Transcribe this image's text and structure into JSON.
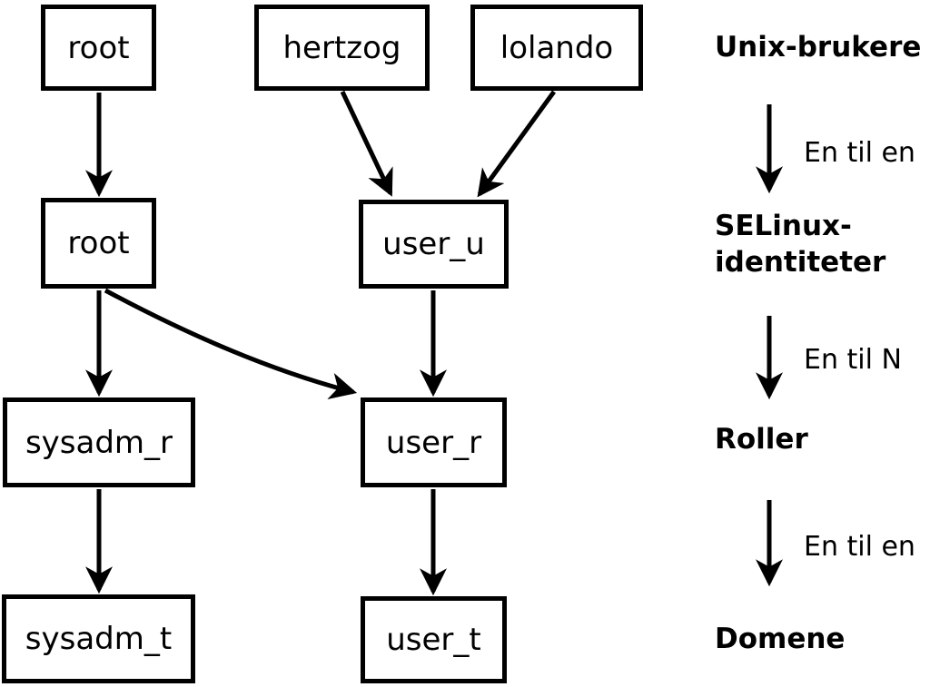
{
  "diagram": {
    "title_implicit": "",
    "boxes": [
      {
        "id": "unix-root",
        "label": "root"
      },
      {
        "id": "unix-hertzog",
        "label": "hertzog"
      },
      {
        "id": "unix-lolando",
        "label": "lolando"
      },
      {
        "id": "selinux-root",
        "label": "root"
      },
      {
        "id": "selinux-user-u",
        "label": "user_u"
      },
      {
        "id": "role-sysadm-r",
        "label": "sysadm_r"
      },
      {
        "id": "role-user-r",
        "label": "user_r"
      },
      {
        "id": "domain-sysadm-t",
        "label": "sysadm_t"
      },
      {
        "id": "domain-user-t",
        "label": "user_t"
      }
    ],
    "legend": {
      "level1": "Unix-brukere",
      "arrow1_label": "En til en",
      "level2_line1": "SELinux-",
      "level2_line2": "identiteter",
      "arrow2_label": "En til N",
      "level3": "Roller",
      "arrow3_label": "En til en",
      "level4": "Domene"
    },
    "colors": {
      "stroke": "#000000",
      "background": "#ffffff"
    }
  }
}
